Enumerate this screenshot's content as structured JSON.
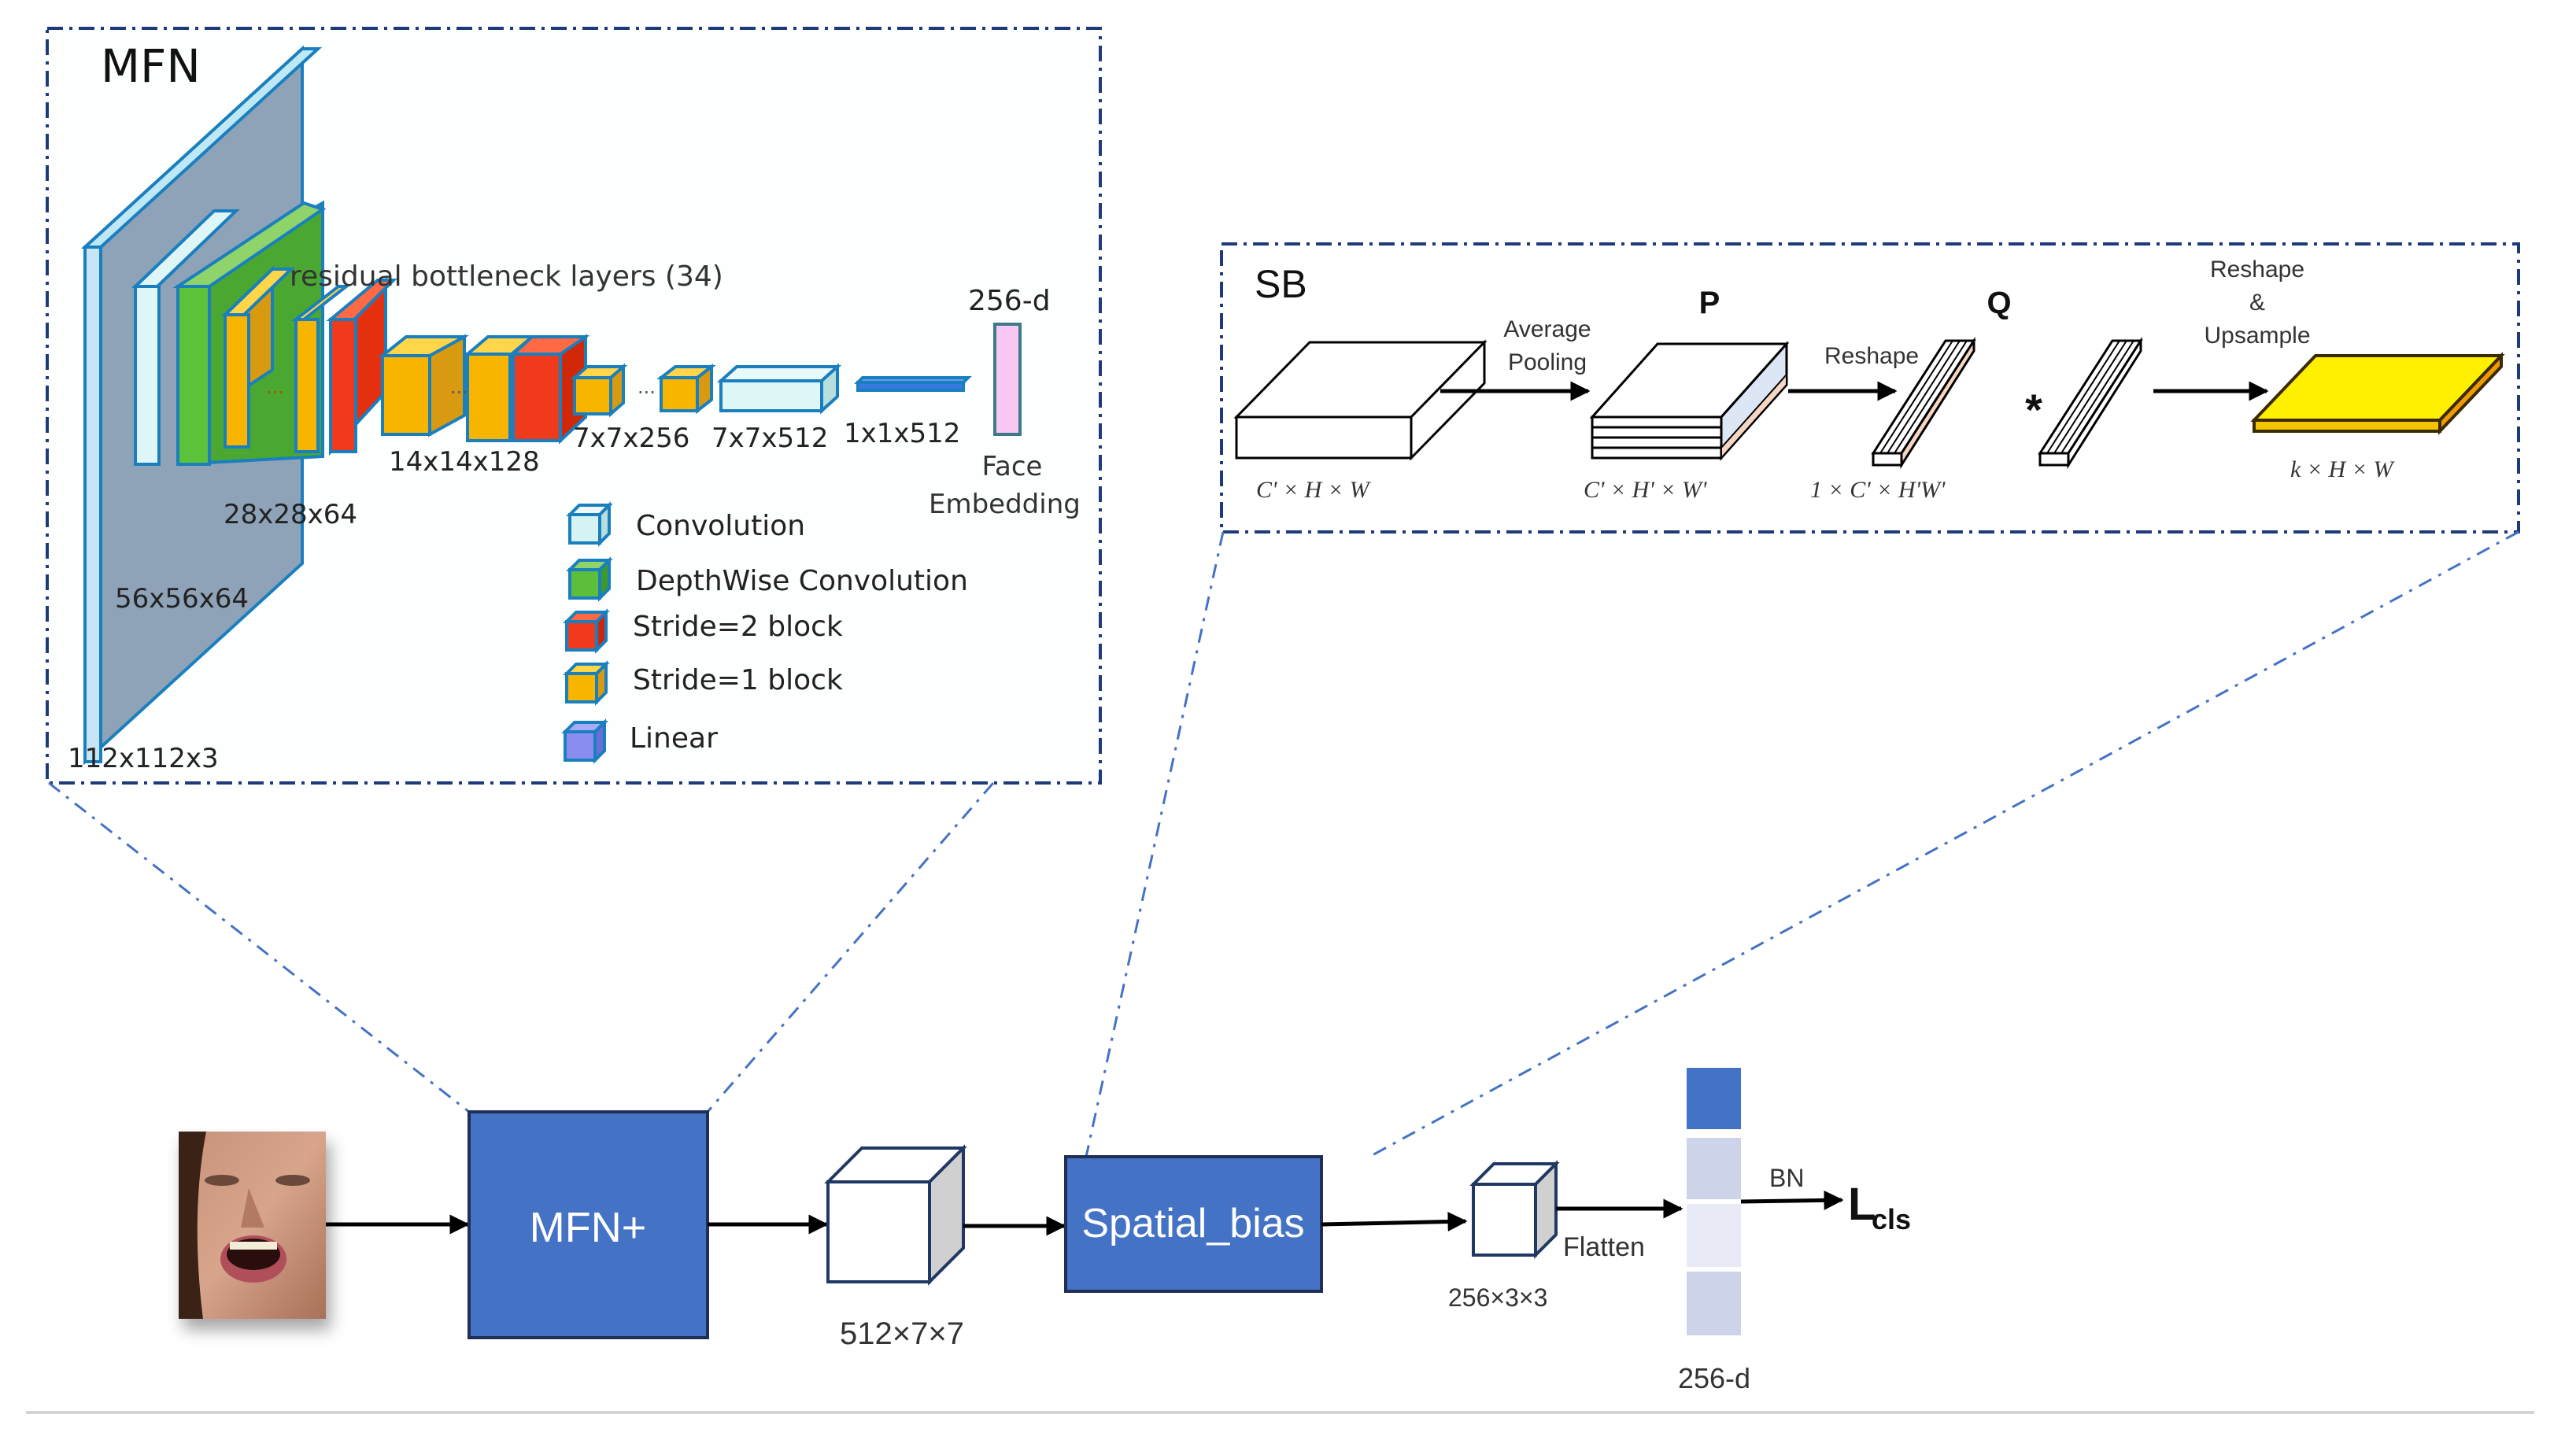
{
  "mfn_panel": {
    "title": "MFN",
    "residual_label": "residual bottleneck layers (34)",
    "dims": {
      "input": "112x112x3",
      "conv1": "56x56x64",
      "stage1": "28x28x64",
      "stage2": "14x14x128",
      "stage3": "7x7x256",
      "conv_last": "7x7x512",
      "linear": "1x1x512",
      "embedding": "256-d"
    },
    "ellipsis": "...",
    "embedding_label_line1": "Face",
    "embedding_label_line2": "Embedding",
    "legend": [
      {
        "label": "Convolution",
        "color": "#d6f3f3"
      },
      {
        "label": "DepthWise Convolution",
        "color": "#5cbf3a"
      },
      {
        "label": "Stride=2 block",
        "color": "#f03a1c"
      },
      {
        "label": "Stride=1 block",
        "color": "#f7b500"
      },
      {
        "label": "Linear",
        "color": "#8a8ef0"
      }
    ]
  },
  "sb_panel": {
    "title": "SB",
    "label_p": "P",
    "label_q": "Q",
    "op_avg_pool_line1": "Average",
    "op_avg_pool_line2": "Pooling",
    "op_reshape": "Reshape",
    "op_multiply": "*",
    "op_reshape_up_line1": "Reshape",
    "op_reshape_up_line2": "&",
    "op_reshape_up_line3": "Upsample",
    "dim_input": "C' × H × W",
    "dim_p": "C' × H' × W'",
    "dim_q": "1 × C' × H'W'",
    "dim_output": "k × H × W",
    "output_color": "#ffef00"
  },
  "pipeline": {
    "input_image": "face-photo",
    "mfn_block": "MFN+",
    "feature_dim": "512×7×7",
    "sb_block": "Spatial_bias",
    "sb_out_dim": "256×3×3",
    "flatten_label": "Flatten",
    "vector_dim": "256-d",
    "bn_label": "BN",
    "loss_main": "L",
    "loss_sub": "cls",
    "block_color": "#4472c4",
    "vector_colors": [
      "#4472c4",
      "#cdd4ea",
      "#e8ebf5",
      "#cdd4ea"
    ]
  }
}
